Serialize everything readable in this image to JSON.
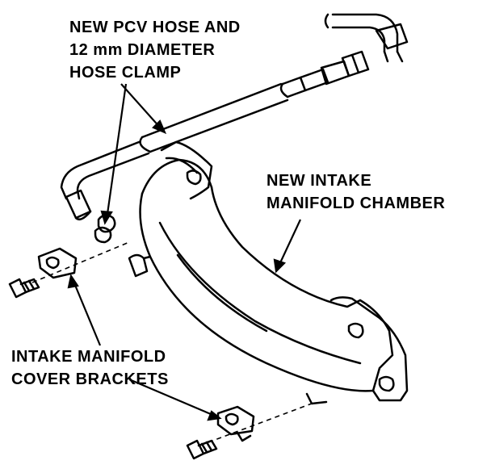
{
  "labels": {
    "pcv_hose": [
      "NEW PCV HOSE AND",
      "12 mm DIAMETER",
      "HOSE CLAMP"
    ],
    "intake_chamber": [
      "NEW INTAKE",
      "MANIFOLD CHAMBER"
    ],
    "cover_brackets": [
      "INTAKE MANIFOLD",
      "COVER BRACKETS"
    ]
  },
  "colors": {
    "ink": "#000000",
    "paper": "#ffffff"
  }
}
